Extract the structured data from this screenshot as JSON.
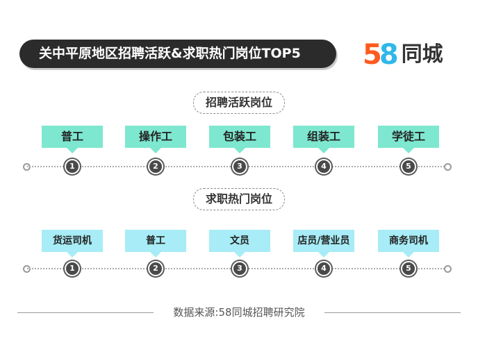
{
  "title": "关中平原地区招聘活跃&求职热门岗位TOP5",
  "brand": {
    "num5": "5",
    "num8": "8",
    "name": "同城"
  },
  "recruit": {
    "label": "招聘活跃岗位",
    "items": [
      "普工",
      "操作工",
      "包装工",
      "组装工",
      "学徒工"
    ],
    "ranks": [
      "1",
      "2",
      "3",
      "4",
      "5"
    ]
  },
  "seek": {
    "label": "求职热门岗位",
    "items": [
      "货运司机",
      "普工",
      "文员",
      "店员/营业员",
      "商务司机"
    ],
    "ranks": [
      "1",
      "2",
      "3",
      "4",
      "5"
    ]
  },
  "source": "数据来源:58同城招聘研究院",
  "colors": {
    "recruit_card": "#7ee7cf",
    "seek_card": "#a7ecf6",
    "banner": "#2b2b2b",
    "brand5": "#ff5a1f",
    "brand8": "#2fb8e9"
  }
}
